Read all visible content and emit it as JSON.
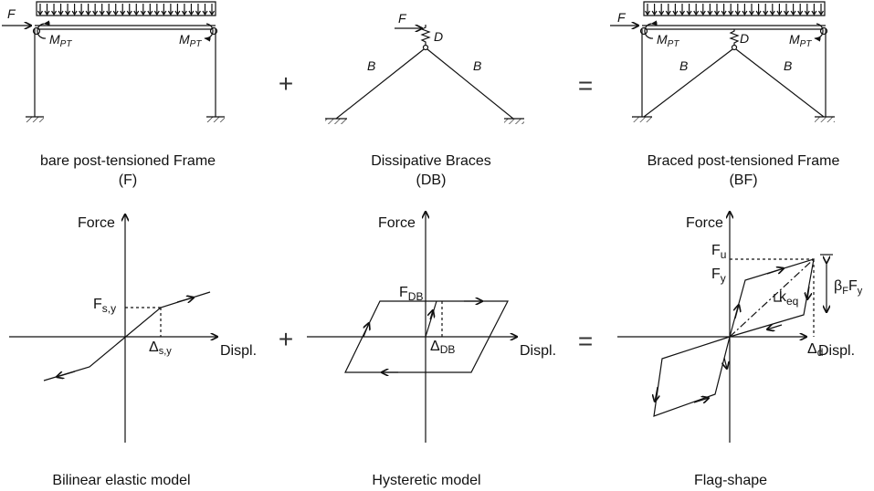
{
  "top": {
    "frame_caption": "bare post-tensioned Frame",
    "frame_tag": "(F)",
    "braces_caption": "Dissipative Braces",
    "braces_tag": "(DB)",
    "braced_caption": "Braced post-tensioned Frame",
    "braced_tag": "(BF)",
    "force_label": "F",
    "moment_label": "M",
    "moment_sub": "PT",
    "brace_label": "B",
    "damper_label": "D",
    "plus": "+",
    "equals": "="
  },
  "bottom": {
    "force_axis": "Force",
    "displ_axis": "Displ.",
    "bilinear_caption": "Bilinear elastic model",
    "hysteretic_caption": "Hysteretic model",
    "flag_caption": "Flag-shape",
    "fsy_main": "F",
    "fsy_sub": "s,y",
    "dsy_main": "Δ",
    "dsy_sub": "s,y",
    "fdb_main": "F",
    "fdb_sub": "DB",
    "ddb_main": "Δ",
    "ddb_sub": "DB",
    "fu_main": "F",
    "fu_sub": "u",
    "fy_main": "F",
    "fy_sub": "y",
    "keq_main": "k",
    "keq_sub": "eq",
    "beta_main": "β",
    "beta_sub": "F",
    "beta_tail": "F",
    "beta_tail_sub": "y",
    "dd_main": "Δ",
    "dd_sub": "d",
    "plus": "+",
    "equals": "="
  }
}
